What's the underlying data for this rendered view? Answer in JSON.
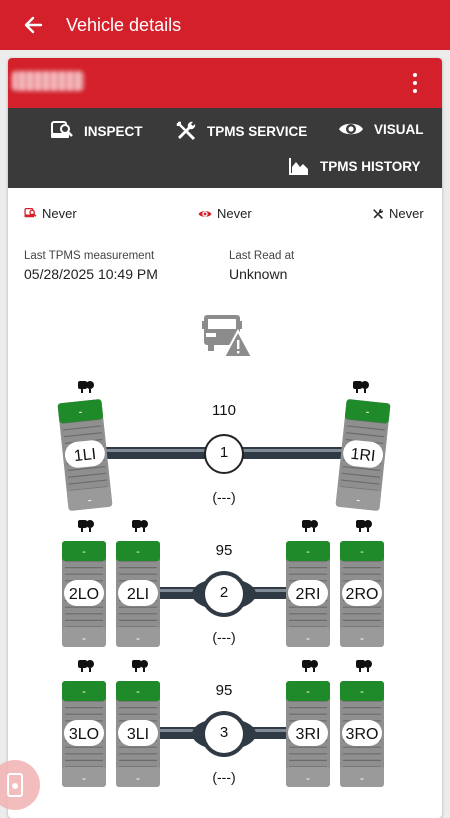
{
  "appbar": {
    "title": "Vehicle details",
    "back_icon": "arrow-left-icon"
  },
  "card": {
    "menu_icon": "more-vertical-icon"
  },
  "toolbar": {
    "inspect": "INSPECT",
    "tpms_service": "TPMS SERVICE",
    "visual": "VISUAL",
    "tpms_history": "TPMS HISTORY"
  },
  "status": {
    "inspect": "Never",
    "visual": "Never",
    "service": "Never"
  },
  "measurement": {
    "last_tpms_label": "Last TPMS measurement",
    "last_tpms_value": "05/28/2025 10:49 PM",
    "last_read_label": "Last Read at",
    "last_read_value": "Unknown"
  },
  "colors": {
    "brand": "#d3202a",
    "toolbar": "#3a3a3a",
    "ok": "#1e8a2a"
  },
  "axles": [
    {
      "number": "1",
      "pressure": "110",
      "temp": "(---)",
      "tires": [
        {
          "label": "1LI",
          "top": "-",
          "bottom": "-"
        },
        {
          "label": "1RI",
          "top": "-",
          "bottom": "-"
        }
      ]
    },
    {
      "number": "2",
      "pressure": "95",
      "temp": "(---)",
      "tires": [
        {
          "label": "2LO",
          "top": "-",
          "bottom": "-"
        },
        {
          "label": "2LI",
          "top": "-",
          "bottom": "-"
        },
        {
          "label": "2RI",
          "top": "-",
          "bottom": "-"
        },
        {
          "label": "2RO",
          "top": "-",
          "bottom": "-"
        }
      ]
    },
    {
      "number": "3",
      "pressure": "95",
      "temp": "(---)",
      "tires": [
        {
          "label": "3LO",
          "top": "-",
          "bottom": "-"
        },
        {
          "label": "3LI",
          "top": "-",
          "bottom": "-"
        },
        {
          "label": "3RI",
          "top": "-",
          "bottom": "-"
        },
        {
          "label": "3RO",
          "top": "-",
          "bottom": "-"
        }
      ]
    }
  ]
}
